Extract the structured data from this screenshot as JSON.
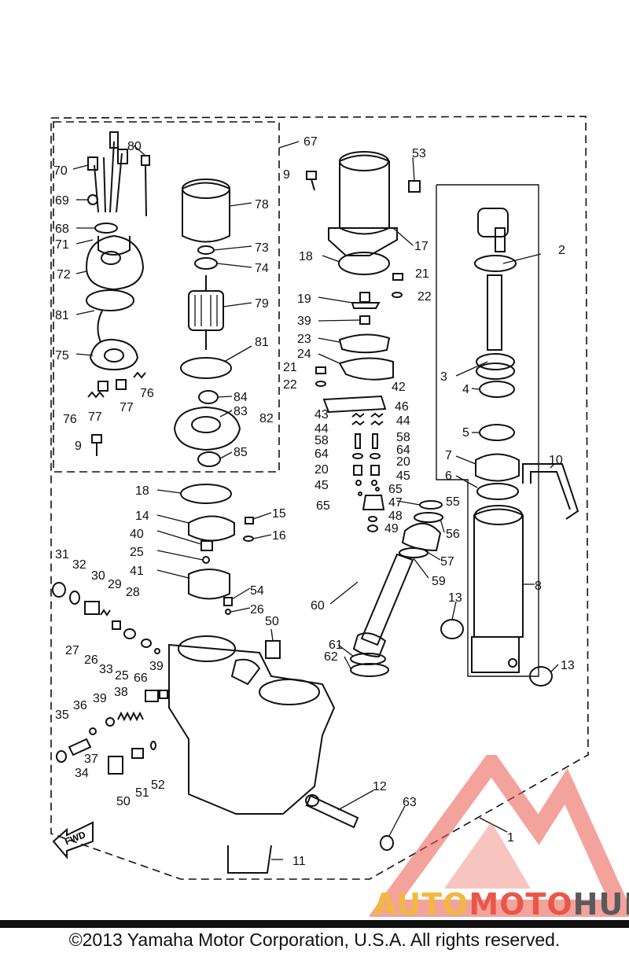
{
  "diagram": {
    "callouts": [
      {
        "id": "80",
        "text": "80"
      },
      {
        "id": "70",
        "text": "70"
      },
      {
        "id": "69",
        "text": "69"
      },
      {
        "id": "68",
        "text": "68"
      },
      {
        "id": "71",
        "text": "71"
      },
      {
        "id": "72",
        "text": "72"
      },
      {
        "id": "81a",
        "text": "81"
      },
      {
        "id": "75",
        "text": "75"
      },
      {
        "id": "76a",
        "text": "76"
      },
      {
        "id": "76b",
        "text": "76"
      },
      {
        "id": "77a",
        "text": "77"
      },
      {
        "id": "77b",
        "text": "77"
      },
      {
        "id": "9a",
        "text": "9"
      },
      {
        "id": "78",
        "text": "78"
      },
      {
        "id": "73",
        "text": "73"
      },
      {
        "id": "74",
        "text": "74"
      },
      {
        "id": "79",
        "text": "79"
      },
      {
        "id": "81b",
        "text": "81"
      },
      {
        "id": "84",
        "text": "84"
      },
      {
        "id": "83",
        "text": "83"
      },
      {
        "id": "82",
        "text": "82"
      },
      {
        "id": "85",
        "text": "85"
      },
      {
        "id": "67",
        "text": "67"
      },
      {
        "id": "9b",
        "text": "9"
      },
      {
        "id": "53",
        "text": "53"
      },
      {
        "id": "17",
        "text": "17"
      },
      {
        "id": "18a",
        "text": "18"
      },
      {
        "id": "21a",
        "text": "21"
      },
      {
        "id": "22a",
        "text": "22"
      },
      {
        "id": "19",
        "text": "19"
      },
      {
        "id": "39a",
        "text": "39"
      },
      {
        "id": "23",
        "text": "23"
      },
      {
        "id": "24",
        "text": "24"
      },
      {
        "id": "21b",
        "text": "21"
      },
      {
        "id": "22b",
        "text": "22"
      },
      {
        "id": "42",
        "text": "42"
      },
      {
        "id": "43",
        "text": "43"
      },
      {
        "id": "46",
        "text": "46"
      },
      {
        "id": "44a",
        "text": "44"
      },
      {
        "id": "44b",
        "text": "44"
      },
      {
        "id": "58a",
        "text": "58"
      },
      {
        "id": "58b",
        "text": "58"
      },
      {
        "id": "64a",
        "text": "64"
      },
      {
        "id": "64b",
        "text": "64"
      },
      {
        "id": "20a",
        "text": "20"
      },
      {
        "id": "20b",
        "text": "20"
      },
      {
        "id": "45a",
        "text": "45"
      },
      {
        "id": "45b",
        "text": "45"
      },
      {
        "id": "65a",
        "text": "65"
      },
      {
        "id": "65b",
        "text": "65"
      },
      {
        "id": "47",
        "text": "47"
      },
      {
        "id": "48",
        "text": "48"
      },
      {
        "id": "49",
        "text": "49"
      },
      {
        "id": "55",
        "text": "55"
      },
      {
        "id": "56",
        "text": "56"
      },
      {
        "id": "57",
        "text": "57"
      },
      {
        "id": "59",
        "text": "59"
      },
      {
        "id": "2",
        "text": "2"
      },
      {
        "id": "3",
        "text": "3"
      },
      {
        "id": "4",
        "text": "4"
      },
      {
        "id": "5",
        "text": "5"
      },
      {
        "id": "7",
        "text": "7"
      },
      {
        "id": "6",
        "text": "6"
      },
      {
        "id": "10",
        "text": "10"
      },
      {
        "id": "8",
        "text": "8"
      },
      {
        "id": "13a",
        "text": "13"
      },
      {
        "id": "13b",
        "text": "13"
      },
      {
        "id": "18b",
        "text": "18"
      },
      {
        "id": "14",
        "text": "14"
      },
      {
        "id": "15",
        "text": "15"
      },
      {
        "id": "40",
        "text": "40"
      },
      {
        "id": "16",
        "text": "16"
      },
      {
        "id": "25a",
        "text": "25"
      },
      {
        "id": "41",
        "text": "41"
      },
      {
        "id": "31",
        "text": "31"
      },
      {
        "id": "32",
        "text": "32"
      },
      {
        "id": "30",
        "text": "30"
      },
      {
        "id": "29",
        "text": "29"
      },
      {
        "id": "28",
        "text": "28"
      },
      {
        "id": "54",
        "text": "54"
      },
      {
        "id": "26a",
        "text": "26"
      },
      {
        "id": "60",
        "text": "60"
      },
      {
        "id": "50a",
        "text": "50"
      },
      {
        "id": "27",
        "text": "27"
      },
      {
        "id": "26b",
        "text": "26"
      },
      {
        "id": "33",
        "text": "33"
      },
      {
        "id": "25b",
        "text": "25"
      },
      {
        "id": "66",
        "text": "66"
      },
      {
        "id": "39b",
        "text": "39"
      },
      {
        "id": "38",
        "text": "38"
      },
      {
        "id": "39c",
        "text": "39"
      },
      {
        "id": "36",
        "text": "36"
      },
      {
        "id": "35",
        "text": "35"
      },
      {
        "id": "37",
        "text": "37"
      },
      {
        "id": "34",
        "text": "34"
      },
      {
        "id": "50b",
        "text": "50"
      },
      {
        "id": "51",
        "text": "51"
      },
      {
        "id": "52",
        "text": "52"
      },
      {
        "id": "61",
        "text": "61"
      },
      {
        "id": "62",
        "text": "62"
      },
      {
        "id": "12",
        "text": "12"
      },
      {
        "id": "63",
        "text": "63"
      },
      {
        "id": "1",
        "text": "1"
      },
      {
        "id": "11",
        "text": "11"
      }
    ],
    "fwd_label": "FWD"
  },
  "footer": {
    "copyright": "©2013 Yamaha Motor Corporation, U.S.A. All rights reserved."
  },
  "watermark": {
    "part1": "AUTO",
    "part2": "MOTO",
    "part3": "HUB",
    "colors": {
      "auto": "#f2b840",
      "moto": "#e9574a",
      "hub": "#5a5a5a",
      "triangle": "#e9574a"
    }
  }
}
